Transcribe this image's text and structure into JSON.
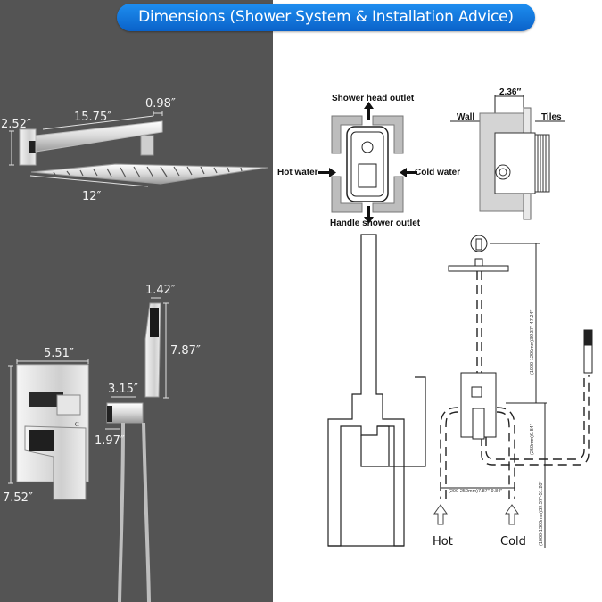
{
  "title": "Dimensions (Shower System & Installation Advice)",
  "colors": {
    "title_bg": "#1478e0",
    "left_bg": "#545454",
    "right_bg": "#ffffff",
    "dim_text": "#f2f2f2"
  },
  "shower_head": {
    "arm_length": "15.75″",
    "arm_thickness": "0.98″",
    "wall_flange_height": "2.52″",
    "head_width": "12″"
  },
  "mixer": {
    "plate_width": "5.51″",
    "plate_height": "7.52″",
    "marker": "C"
  },
  "hand_shower": {
    "head_width": "1.42″",
    "length": "7.87″",
    "holder_length": "3.15″",
    "outlet_width": "1.97″"
  },
  "valve_diagram": {
    "top_label": "Shower head outlet",
    "bottom_label": "Handle shower outlet",
    "left_label": "Hot water",
    "right_label": "Cold water"
  },
  "wall_diagram": {
    "depth": "2.36″",
    "wall_label": "Wall",
    "tiles_label": "Tiles"
  },
  "install_diagram": {
    "head_height": "(1000-1200mm)39.37″-47.24″",
    "valve_offset": "(250mm)9.84″",
    "inlet_spacing": "(200-250mm)7.87″-9.84″",
    "inlet_height": "(1000-1300mm)39.37″-51.20″",
    "hot_label": "Hot",
    "cold_label": "Cold"
  }
}
